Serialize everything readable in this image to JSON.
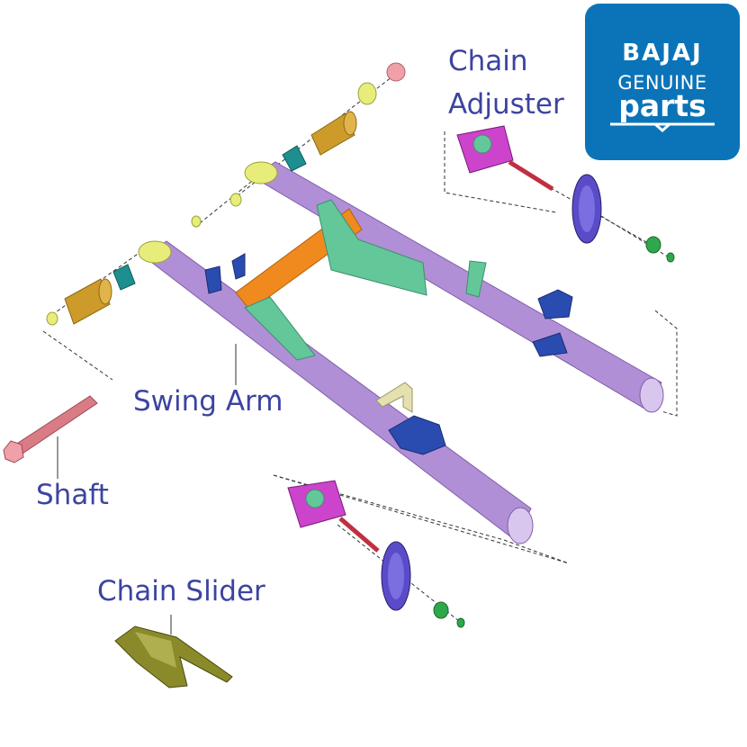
{
  "labels": {
    "chain_adjuster_line1": "Chain",
    "chain_adjuster_line2": "Adjuster",
    "swing_arm": "Swing Arm",
    "shaft": "Shaft",
    "chain_slider": "Chain Slider"
  },
  "logo": {
    "brand": "BAJAJ",
    "line2": "GENUINE",
    "line3": "parts"
  },
  "colors": {
    "label_text": "#3c44a0",
    "logo_bg": "#0b74b8",
    "swing_arm": "#b18fd6",
    "cross_tube": "#f08a1e",
    "gusset": "#63c79a",
    "bushing": "#cc9b2a",
    "spacer": "#1e8f8f",
    "washer": "#e8ec7a",
    "shaft": "#d97c86",
    "adjuster_block": "#cc44cc",
    "adjuster_plate": "#5a4cc8",
    "bracket": "#2a4cb0",
    "chain_slider": "#8a8a2a"
  }
}
